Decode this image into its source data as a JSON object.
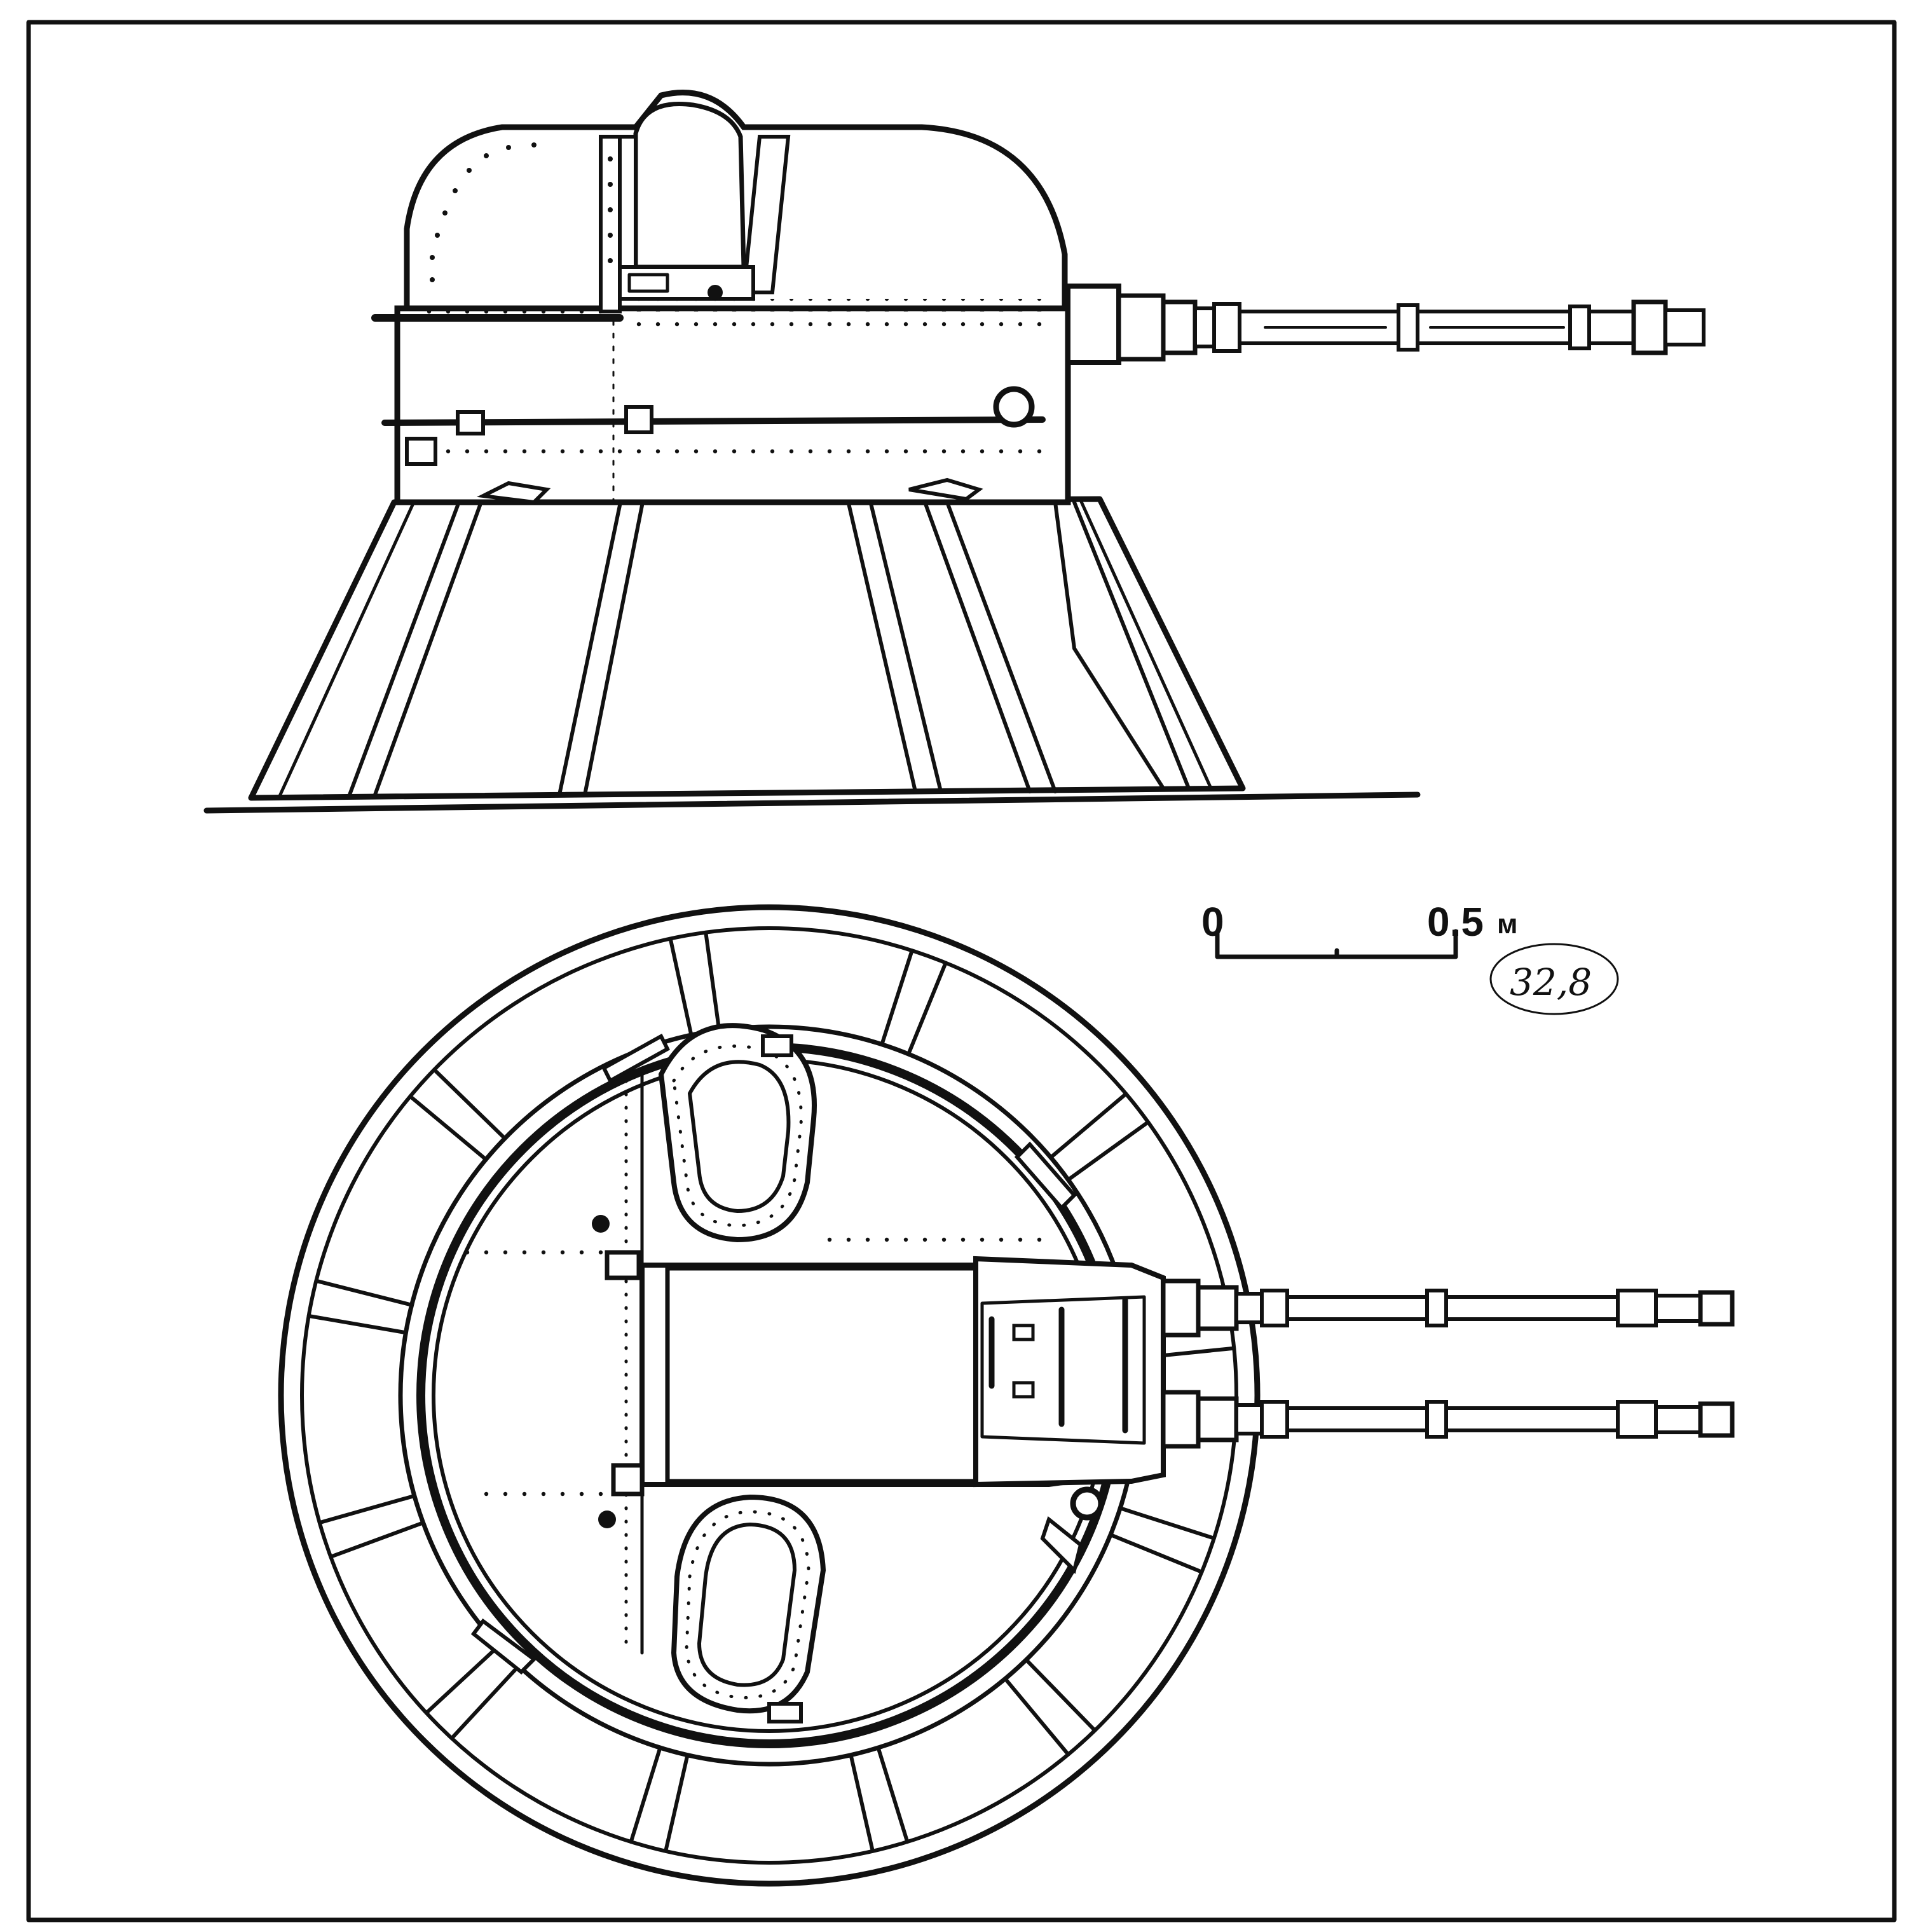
{
  "scale_bar": {
    "start_label": "0",
    "end_label": "0.5",
    "unit": "м"
  },
  "handwritten_note": "32,8"
}
